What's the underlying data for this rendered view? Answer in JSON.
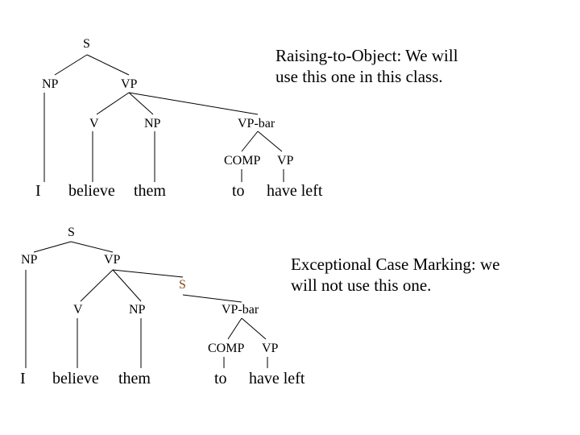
{
  "tree1": {
    "S": "S",
    "NP_subj": "NP",
    "VP": "VP",
    "V": "V",
    "NP_obj": "NP",
    "VP_bar": "VP-bar",
    "COMP": "COMP",
    "VP_inner": "VP",
    "I": "I",
    "believe": "believe",
    "them": "them",
    "to": "to",
    "have_left": "have left",
    "caption_line1": "Raising-to-Object:  We will",
    "caption_line2": "use this one in this class."
  },
  "tree2": {
    "S": "S",
    "NP_subj": "NP",
    "VP": "VP",
    "S_embedded": "S",
    "V": "V",
    "NP_obj": "NP",
    "VP_bar": "VP-bar",
    "COMP": "COMP",
    "VP_inner": "VP",
    "I": "I",
    "believe": "believe",
    "them": "them",
    "to": "to",
    "have_left": "have left",
    "caption_line1": "Exceptional Case Marking: we",
    "caption_line2": "will not use this one."
  },
  "colors": {
    "text": "#000000",
    "accent_brown": "#8a4a14",
    "lines": "#000000"
  }
}
